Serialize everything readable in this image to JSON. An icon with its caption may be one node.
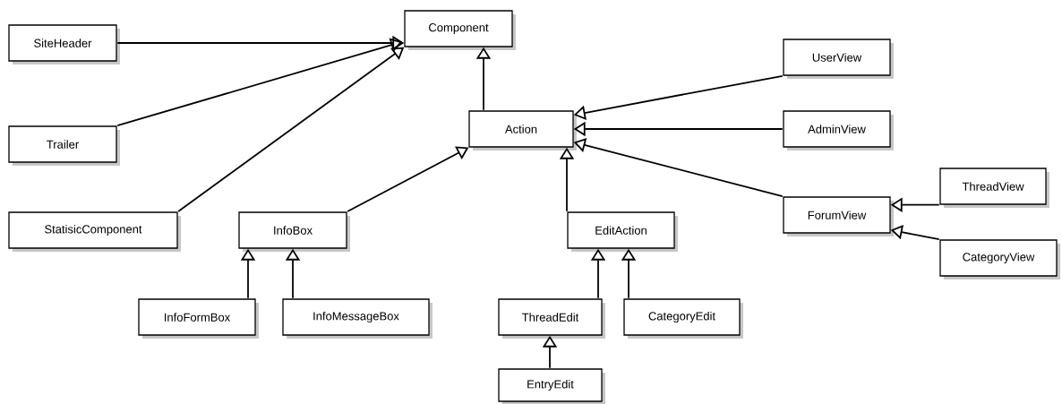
{
  "diagram": {
    "nodes": [
      {
        "text": [
          "Component"
        ]
      },
      {
        "text": [
          "SiteHeader"
        ]
      },
      {
        "text": [
          "UserView"
        ]
      },
      {
        "text": [
          "Trailer"
        ]
      },
      {
        "text": [
          "Action"
        ]
      },
      {
        "text": [
          "AdminView"
        ]
      },
      {
        "text": [
          "ThreadView"
        ]
      },
      {
        "text": [
          "ForumView"
        ]
      },
      {
        "text": [
          "StatisicComponent"
        ]
      },
      {
        "text": [
          "InfoBox"
        ]
      },
      {
        "text": [
          "EditAction"
        ]
      },
      {
        "text": [
          "CategoryView"
        ]
      },
      {
        "text": [
          "InfoFormBox"
        ]
      },
      {
        "text": [
          "InfoMessageBox"
        ]
      },
      {
        "text": [
          "ThreadEdit"
        ]
      },
      {
        "text": [
          "CategoryEdit"
        ]
      },
      {
        "text": [
          "EntryEdit"
        ]
      }
    ],
    "edges": [
      {
        "from": 1,
        "to": 0,
        "arrow": "to"
      },
      {
        "from": 3,
        "to": 0,
        "arrow": "to"
      },
      {
        "from": 8,
        "to": 0,
        "arrow": "to"
      },
      {
        "from": 4,
        "to": 0,
        "arrow": "to"
      },
      {
        "from": 2,
        "to": 4,
        "arrow": "to"
      },
      {
        "from": 5,
        "to": 4,
        "arrow": "to"
      },
      {
        "from": 7,
        "to": 4,
        "arrow": "to"
      },
      {
        "from": 9,
        "to": 4,
        "arrow": "to"
      },
      {
        "from": 10,
        "to": 4,
        "arrow": "to"
      },
      {
        "from": 6,
        "to": 7,
        "arrow": "to"
      },
      {
        "from": 11,
        "to": 7,
        "arrow": "to"
      },
      {
        "from": 12,
        "to": 9,
        "arrow": "to"
      },
      {
        "from": 13,
        "to": 9,
        "arrow": "to"
      },
      {
        "from": 14,
        "to": 10,
        "arrow": "to"
      },
      {
        "from": 15,
        "to": 10,
        "arrow": "to"
      },
      {
        "from": 16,
        "to": 14,
        "arrow": "to"
      }
    ]
  }
}
